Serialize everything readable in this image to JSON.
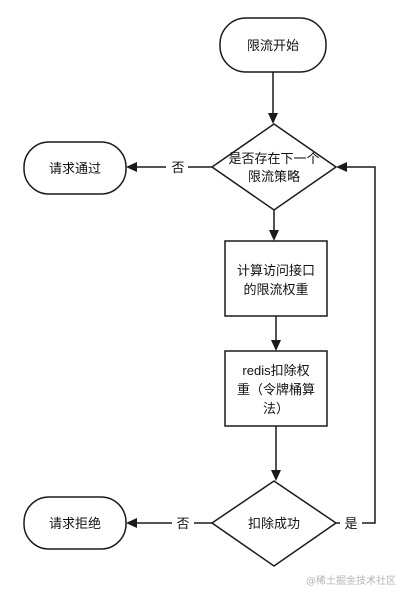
{
  "nodes": {
    "start": {
      "lines": [
        "限流开始"
      ]
    },
    "decision_next": {
      "lines": [
        "是否存在下一个",
        "限流策略"
      ]
    },
    "pass": {
      "lines": [
        "请求通过"
      ]
    },
    "compute": {
      "lines": [
        "计算访问接口",
        "的限流权重"
      ]
    },
    "deduct": {
      "lines": [
        "redis扣除权",
        "重（令牌桶算",
        "法）"
      ]
    },
    "decision_success": {
      "lines": [
        "扣除成功"
      ]
    },
    "reject": {
      "lines": [
        "请求拒绝"
      ]
    }
  },
  "edges": {
    "no_to_pass": "否",
    "no_to_reject": "否",
    "yes_loop": "是"
  },
  "watermark": "@稀土掘金技术社区"
}
